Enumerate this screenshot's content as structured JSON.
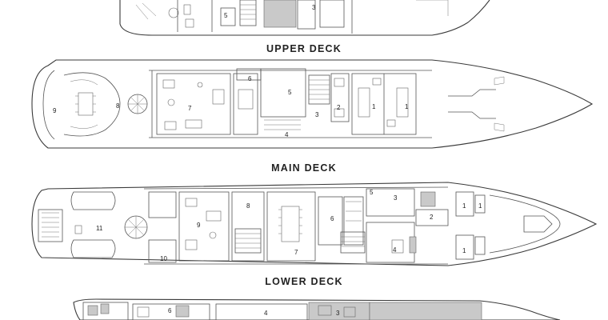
{
  "decks": {
    "upper": {
      "label": "UPPER DECK"
    },
    "main": {
      "label": "MAIN DECK"
    },
    "lower": {
      "label": "LOWER DECK"
    }
  },
  "rooms": {
    "top": [
      "5",
      "3"
    ],
    "upper": [
      "9",
      "8",
      "7",
      "6",
      "5",
      "2",
      "3",
      "1",
      "1",
      "4"
    ],
    "main": [
      "11",
      "9",
      "10",
      "8",
      "7",
      "6",
      "5",
      "3",
      "2",
      "1",
      "4",
      "1",
      "1"
    ],
    "lower": [
      "6",
      "4",
      "3"
    ]
  },
  "colors": {
    "line": "#3a3a3a",
    "shade": "#c9c9c9"
  }
}
